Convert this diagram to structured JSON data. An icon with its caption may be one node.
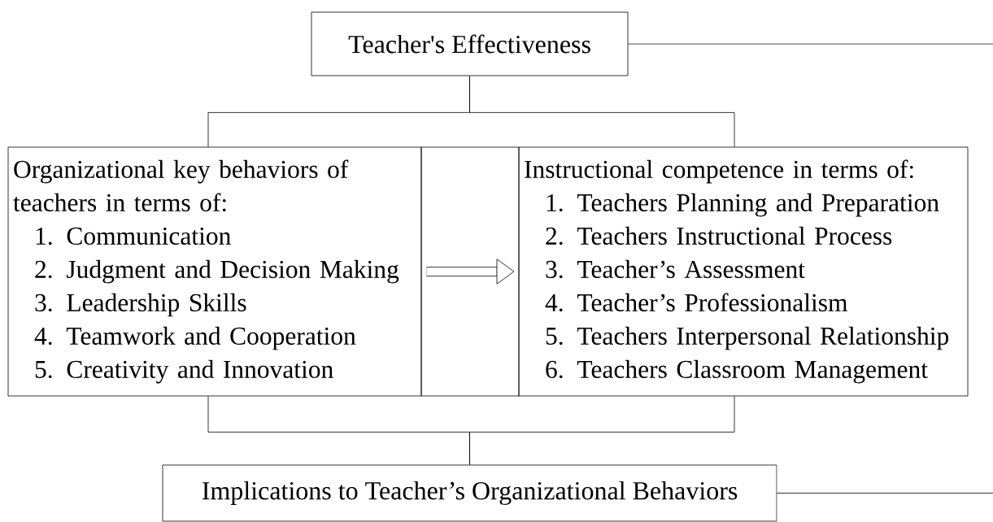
{
  "diagram": {
    "nodes": [
      {
        "text": [
          "Teacher's Effectiveness"
        ]
      },
      {
        "text": [
          "Organizational key behaviors of teachers in terms of:",
          "1. Communication",
          "2. Judgment and Decision Making",
          "3. Leadership Skills",
          "4. Teamwork and Cooperation",
          "5. Creativity and Innovation"
        ]
      },
      {
        "text": [
          "Instructional competence in terms of:",
          "1. Teachers Planning and Preparation",
          "2. Teachers Instructional Process",
          "3. Teacher’s Assessment",
          "4. Teacher’s Professionalism",
          "5. Teachers Interpersonal Relationship",
          "6. Teachers Classroom Management"
        ]
      },
      {
        "text": [
          "Implications to Teacher’s Organizational Behaviors"
        ]
      }
    ],
    "edges": [
      {
        "from": 0,
        "to": 1,
        "arrow": "none"
      },
      {
        "from": 0,
        "to": 2,
        "arrow": "none"
      },
      {
        "from": 1,
        "to": 2,
        "arrow": "to",
        "style": "thick"
      },
      {
        "from": 1,
        "to": 3,
        "arrow": "none"
      },
      {
        "from": 2,
        "to": 3,
        "arrow": "none"
      },
      {
        "from": 0,
        "to": null,
        "arrow": "none"
      },
      {
        "from": 3,
        "to": null,
        "arrow": "none"
      }
    ]
  }
}
